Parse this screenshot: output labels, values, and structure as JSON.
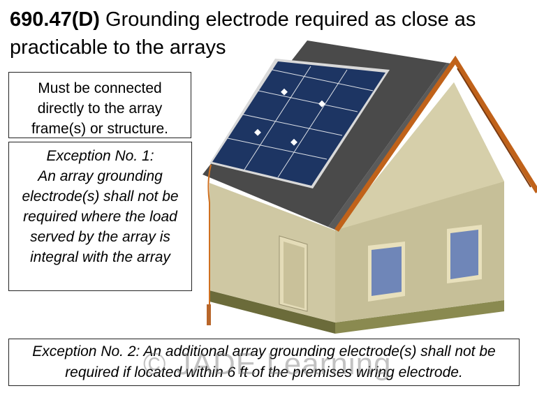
{
  "title": {
    "code": "690.47(D)",
    "text_line1": "Grounding electrode required as close as",
    "text_line2": "practicable to the arrays"
  },
  "note_box": {
    "lines": [
      "Must be connected",
      "directly to the array",
      "frame(s) or structure."
    ]
  },
  "exception1": {
    "lines": [
      "Exception No. 1:",
      "An array grounding",
      "electrode(s) shall not be",
      "required where the load",
      "served by the array is",
      "integral with the array"
    ]
  },
  "exception2": {
    "line1": "Exception No. 2: An additional array grounding electrode(s) shall not be",
    "line2": "required if located within 6 ft of the premises wiring electrode."
  },
  "watermark": "© JADE Learning",
  "colors": {
    "roof": "#4a4a4a",
    "wall": "#cdc6a3",
    "trim": "#c0621a",
    "panel": "#1d3563",
    "window": "#6f86b8"
  }
}
